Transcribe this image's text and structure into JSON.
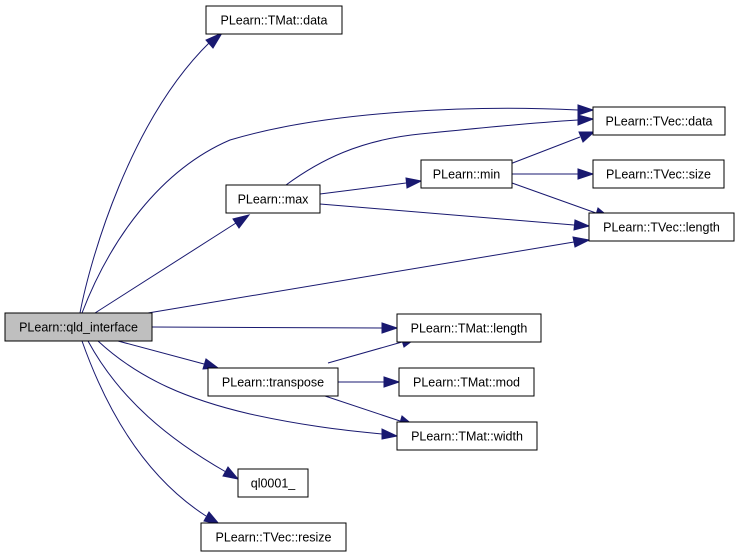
{
  "colors": {
    "edge": "#191970",
    "node_border": "#000000",
    "node_fill": "#ffffff",
    "root_fill": "#bfbfbf"
  },
  "nodes": {
    "qld_interface": "PLearn::qld_interface",
    "tmat_data": "PLearn::TMat::data",
    "tvec_data": "PLearn::TVec::data",
    "max": "PLearn::max",
    "min": "PLearn::min",
    "tvec_size": "PLearn::TVec::size",
    "tvec_length": "PLearn::TVec::length",
    "tmat_length": "PLearn::TMat::length",
    "transpose": "PLearn::transpose",
    "tmat_mod": "PLearn::TMat::mod",
    "tmat_width": "PLearn::TMat::width",
    "ql0001": "ql0001_",
    "tvec_resize": "PLearn::TVec::resize"
  },
  "edges": [
    [
      "qld_interface",
      "tmat_data"
    ],
    [
      "qld_interface",
      "tvec_data"
    ],
    [
      "qld_interface",
      "max"
    ],
    [
      "qld_interface",
      "tvec_length"
    ],
    [
      "qld_interface",
      "tmat_length"
    ],
    [
      "qld_interface",
      "transpose"
    ],
    [
      "qld_interface",
      "tmat_width"
    ],
    [
      "qld_interface",
      "ql0001"
    ],
    [
      "qld_interface",
      "tvec_resize"
    ],
    [
      "max",
      "tvec_data"
    ],
    [
      "max",
      "min"
    ],
    [
      "max",
      "tvec_length"
    ],
    [
      "min",
      "tvec_data"
    ],
    [
      "min",
      "tvec_size"
    ],
    [
      "min",
      "tvec_length"
    ],
    [
      "transpose",
      "tmat_length"
    ],
    [
      "transpose",
      "tmat_mod"
    ],
    [
      "transpose",
      "tmat_width"
    ]
  ]
}
